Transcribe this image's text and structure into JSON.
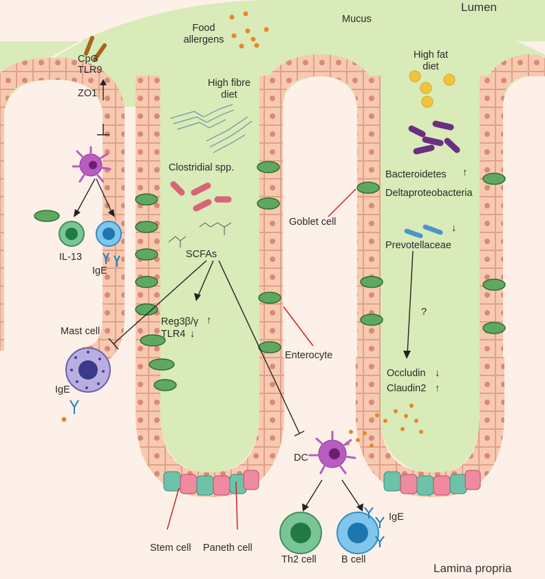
{
  "regions": {
    "lumen": "Lumen",
    "lamina_propria": "Lamina propria",
    "mucus": "Mucus"
  },
  "labels": {
    "food_allergens": "Food\nallergens",
    "high_fibre_diet": "High fibre\ndiet",
    "high_fat_diet": "High fat\ndiet",
    "cpg": "CpG",
    "tlr9": "TLR9",
    "zo1": "ZO1",
    "il13": "IL-13",
    "ige_left": "IgE",
    "clostridial": "Clostridial spp.",
    "scfas": "SCFAs",
    "reg3": "Reg3β/γ",
    "tlr4": "TLR4",
    "mast_cell": "Mast cell",
    "ige_mast": "IgE",
    "bacteroidetes": "Bacteroidetes",
    "deltaproteobacteria": "Deltaproteobacteria",
    "prevotellaceae": "Prevotellaceae",
    "goblet_cell": "Goblet cell",
    "enterocyte": "Enterocyte",
    "question": "?",
    "occludin": "Occludin",
    "claudin2": "Claudin2",
    "dc": "DC",
    "ige_bcell": "IgE",
    "th2_cell": "Th2 cell",
    "b_cell": "B cell",
    "stem_cell": "Stem cell",
    "paneth_cell": "Paneth cell"
  },
  "arrows": {
    "zo1": "↑",
    "reg3": "↑",
    "tlr4": "↓",
    "bacteroidetes": "↑",
    "prevotellaceae": "↓",
    "occludin": "↓",
    "claudin2": "↑"
  },
  "colors": {
    "lumen_bg": "#d8ebb8",
    "lamina_bg": "#fdf0e8",
    "epithelium": "#f7c9b0",
    "nucleus": "#d88a78",
    "goblet": "#5fa860",
    "dc": "#b75cc0",
    "th2": "#49a86e",
    "bcell": "#4aa9d9",
    "mast": "#5050a8",
    "clostridia": "#d8647a",
    "bacteroidetes": "#6a2e82",
    "prevotellaceae": "#4a96c8",
    "fat_globule": "#f2c43c",
    "allergen": "#e8862a",
    "cpg": "#a8641e"
  }
}
